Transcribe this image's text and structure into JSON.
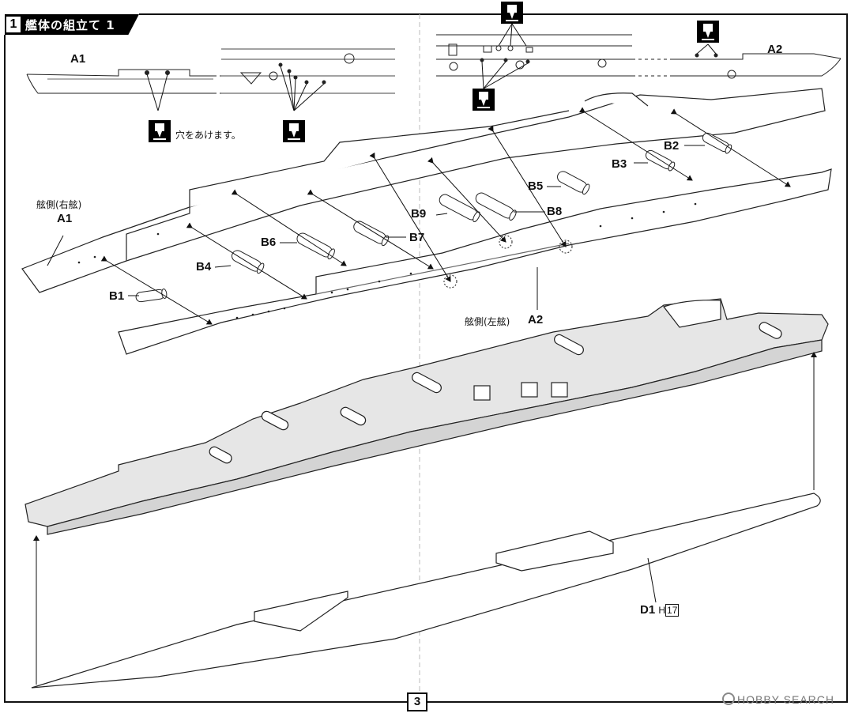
{
  "header": {
    "step_number": "1",
    "title": "艦体の組立て 1"
  },
  "drill_note": "穴をあけます。",
  "labels": {
    "a1_top": "A1",
    "a2_top": "A2",
    "starboard_side": "舷側(右舷)",
    "a1_mid": "A1",
    "port_side": "舷側(左舷)",
    "a2_mid": "A2",
    "b1": "B1",
    "b2": "B2",
    "b3": "B3",
    "b4": "B4",
    "b5": "B5",
    "b6": "B6",
    "b7": "B7",
    "b8": "B8",
    "b9": "B9",
    "d1": "D1",
    "d1_sprue": "H",
    "d1_count": "17"
  },
  "page_number": "3",
  "watermark": "HOBBY SEARCH",
  "icons": [
    "drill-icon",
    "hobby-search-logo-icon"
  ]
}
